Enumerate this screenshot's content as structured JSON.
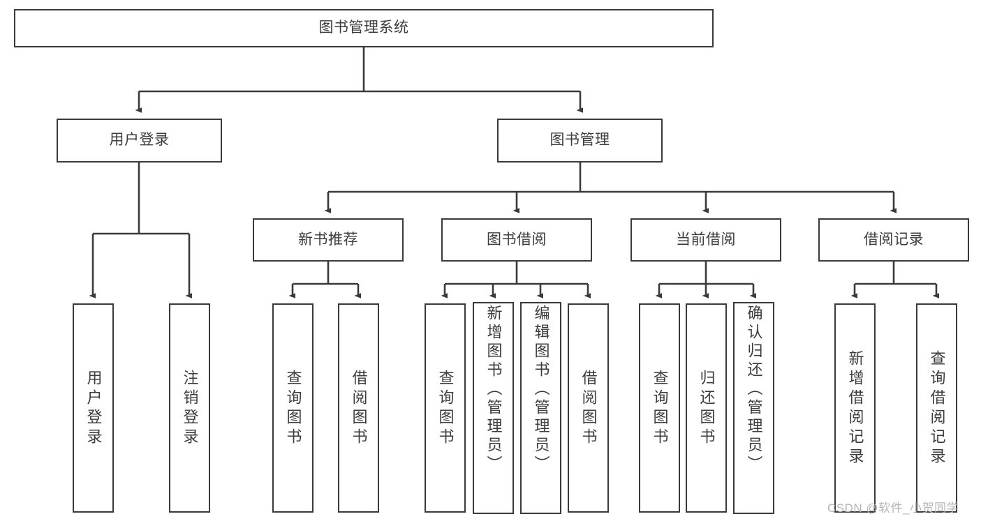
{
  "diagram": {
    "title": "图书管理系统",
    "type": "functional-structure-tree",
    "watermark": "CSDN @软件_小贺同学",
    "colors": {
      "border": "#3a3a3a",
      "text": "#3c3c3c",
      "background": "#ffffff",
      "watermark": "#b4b4b4"
    },
    "nodes": {
      "root": {
        "label": "图书管理系统"
      },
      "level2": [
        {
          "id": "user-login",
          "label": "用户登录"
        },
        {
          "id": "book-management",
          "label": "图书管理"
        }
      ],
      "level3": [
        {
          "id": "new-book-recommend",
          "label": "新书推荐"
        },
        {
          "id": "book-borrow",
          "label": "图书借阅"
        },
        {
          "id": "current-borrow",
          "label": "当前借阅"
        },
        {
          "id": "borrow-record",
          "label": "借阅记录"
        }
      ],
      "leaves": {
        "user-login": [
          {
            "id": "leaf-user-login",
            "label": "用户登录"
          },
          {
            "id": "leaf-logout-login",
            "label": "注销登录"
          }
        ],
        "new-book-recommend": [
          {
            "id": "leaf-query-book-1",
            "label": "查询图书"
          },
          {
            "id": "leaf-borrow-book-1",
            "label": "借阅图书"
          }
        ],
        "book-borrow": [
          {
            "id": "leaf-query-book-2",
            "label": "查询图书"
          },
          {
            "id": "leaf-add-book",
            "label": "新增图书（管理员）"
          },
          {
            "id": "leaf-edit-book",
            "label": "编辑图书（管理员）"
          },
          {
            "id": "leaf-borrow-book-2",
            "label": "借阅图书"
          }
        ],
        "current-borrow": [
          {
            "id": "leaf-query-book-3",
            "label": "查询图书"
          },
          {
            "id": "leaf-return-book",
            "label": "归还图书"
          },
          {
            "id": "leaf-confirm-return",
            "label": "确认归还（管理员）"
          }
        ],
        "borrow-record": [
          {
            "id": "leaf-add-record",
            "label": "新增借阅记录"
          },
          {
            "id": "leaf-query-record",
            "label": "查询借阅记录"
          }
        ]
      }
    }
  }
}
